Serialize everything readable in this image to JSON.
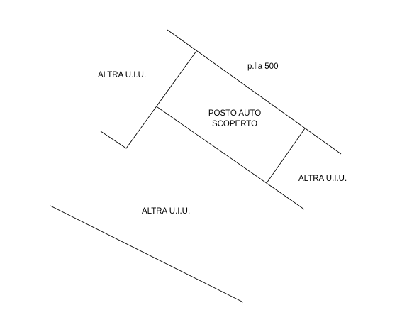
{
  "labels": {
    "parcel": "p.lla 500",
    "parking_line1": "POSTO AUTO",
    "parking_line2": "SCOPERTO",
    "unit_top_left": "ALTRA U.I.U.",
    "unit_right": "ALTRA U.I.U.",
    "unit_bottom": "ALTRA U.I.U."
  },
  "colors": {
    "line": "#000000",
    "text": "#000000",
    "background": "#ffffff"
  }
}
